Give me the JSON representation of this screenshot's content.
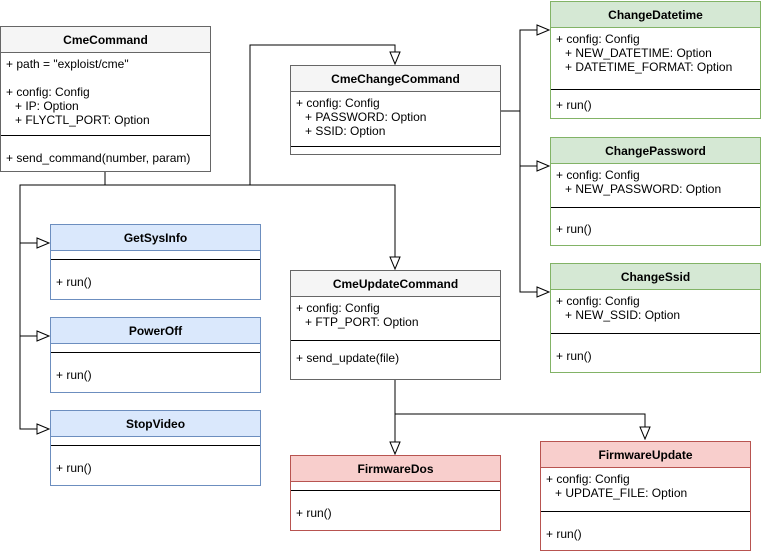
{
  "classes": {
    "cme_command": {
      "name": "CmeCommand",
      "path": "+ path = \"exploist/cme\"",
      "config": "+ config: Config",
      "ip": "+ IP: Option",
      "flyctl_port": "+ FLYCTL_PORT: Option",
      "method": "+ send_command(number, param)"
    },
    "cme_change_command": {
      "name": "CmeChangeCommand",
      "config": "+ config: Config",
      "password": "+ PASSWORD: Option",
      "ssid": "+ SSID: Option"
    },
    "change_datetime": {
      "name": "ChangeDatetime",
      "config": "+ config: Config",
      "new_datetime": "+ NEW_DATETIME: Option",
      "datetime_format": "+ DATETIME_FORMAT: Option",
      "method": "+ run()"
    },
    "change_password": {
      "name": "ChangePassword",
      "config": "+ config: Config",
      "new_password": "+ NEW_PASSWORD: Option",
      "method": "+ run()"
    },
    "change_ssid": {
      "name": "ChangeSsid",
      "config": "+ config: Config",
      "new_ssid": "+ NEW_SSID: Option",
      "method": "+ run()"
    },
    "get_sys_info": {
      "name": "GetSysInfo",
      "method": "+ run()"
    },
    "power_off": {
      "name": "PowerOff",
      "method": "+ run()"
    },
    "stop_video": {
      "name": "StopVideo",
      "method": "+ run()"
    },
    "cme_update_command": {
      "name": "CmeUpdateCommand",
      "config": "+ config: Config",
      "ftp_port": "+ FTP_PORT: Option",
      "method": "+ send_update(file)"
    },
    "firmware_dos": {
      "name": "FirmwareDos",
      "method": "+ run()"
    },
    "firmware_update": {
      "name": "FirmwareUpdate",
      "config": "+ config: Config",
      "update_file": "+ UPDATE_FILE: Option",
      "method": "+ run()"
    }
  },
  "colors": {
    "gray_fill": "#f5f5f5",
    "gray_stroke": "#666666",
    "blue_fill": "#dae8fc",
    "blue_stroke": "#6c8ebf",
    "green_fill": "#d5e8d4",
    "green_stroke": "#82b366",
    "red_fill": "#f8cecc",
    "red_stroke": "#b85450",
    "edge": "#000000"
  }
}
